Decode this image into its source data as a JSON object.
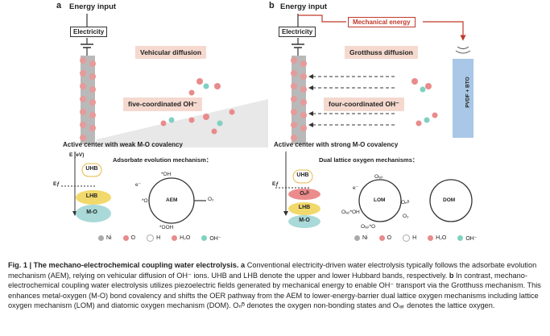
{
  "panel_a": {
    "letter": "a",
    "energy_input": "Energy input",
    "electricity": "Electricity",
    "diffusion_label": "Vehicular diffusion",
    "coordination_label": "five-coordinated OH⁻",
    "active_center": "Active center with weak M-O covalency",
    "y_axis": "E (eV)",
    "mechanism_title": "Adsorbate evolution mechanism：",
    "bands": [
      "UHB",
      "LHB",
      "M-O"
    ],
    "fermi": "Eƒ",
    "cycle_center": "AEM",
    "species": [
      "*OH",
      "*O",
      "*OOH",
      "O₂",
      "e⁻"
    ]
  },
  "panel_b": {
    "letter": "b",
    "energy_input": "Energy input",
    "electricity": "Electricity",
    "mechanical": "Mechanical energy",
    "piezo": "PVDF + BTO",
    "diffusion_label": "Grotthuss diffusion",
    "coordination_label": "four-coordinated OH⁻",
    "active_center": "Active center with strong M-O covalency",
    "mechanism_title": "Dual lattice oxygen mechanisms：",
    "bands": [
      "UHB",
      "Oₙᴮ",
      "LHB",
      "M-O"
    ],
    "fermi": "Eƒ",
    "cycle_lom": "LOM",
    "cycle_dom": "DOM",
    "species": [
      "Oₗₐₜ",
      "Oₙᴮ",
      "Oₗₐₜ*OH",
      "Oₗₐₜ*O",
      "O₂",
      "e⁻"
    ]
  },
  "legend": [
    "Ni",
    "O",
    "H",
    "H₂O",
    "OH⁻"
  ],
  "colors": {
    "pink": "#f5d9cf",
    "red": "#c0392b",
    "uhb_line": "#e8b84a",
    "lhb": "#f2d96b",
    "mo": "#a9d9d9"
  },
  "caption": {
    "lead": "Fig. 1 | The mechano-electrochemical coupling water electrolysis.",
    "a_label": "a",
    "a_text": " Conventional electricity-driven water electrolysis typically follows the adsorbate evolution mechanism (AEM), relying on vehicular diffusion of OH⁻ ions. UHB and LHB denote the upper and lower Hubbard bands, respectively. ",
    "b_label": "b",
    "b_text": " In contrast, mechano-electrochemical coupling water electrolysis utilizes piezoelectric fields generated by mechanical energy to enable OH⁻ transport via the Grotthuss mechanism. This enhances metal-oxygen (M-O) bond covalency and shifts the OER pathway from the AEM to lower-energy-barrier dual lattice oxygen mechanisms including lattice oxygen mechanism (LOM) and diatomic oxygen mechanism (DOM). Oₙᴮ denotes the oxygen non-bonding states and Oₗₐₜ denotes the lattice oxygen."
  }
}
